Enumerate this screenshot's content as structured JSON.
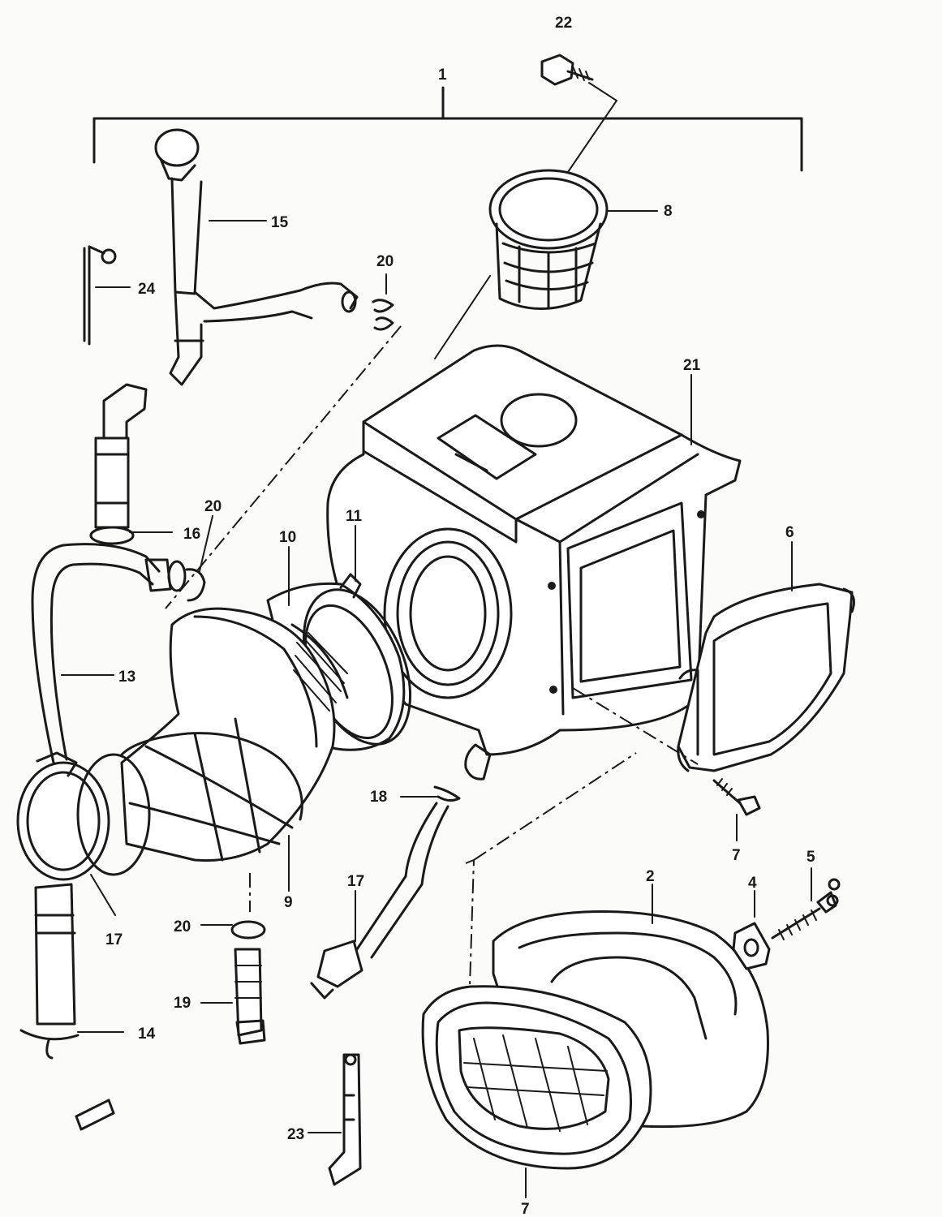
{
  "diagram": {
    "callouts": {
      "c1": "1",
      "c2": "2",
      "c4": "4",
      "c5": "5",
      "c6": "6",
      "c7a": "7",
      "c7b": "7",
      "c8": "8",
      "c9": "9",
      "c10": "10",
      "c11": "11",
      "c13": "13",
      "c14": "14",
      "c15": "15",
      "c16": "16",
      "c17a": "17",
      "c17b": "17",
      "c18": "18",
      "c19": "19",
      "c20a": "20",
      "c20b": "20",
      "c20c": "20",
      "c21": "21",
      "c22": "22",
      "c23": "23",
      "c24": "24"
    }
  }
}
